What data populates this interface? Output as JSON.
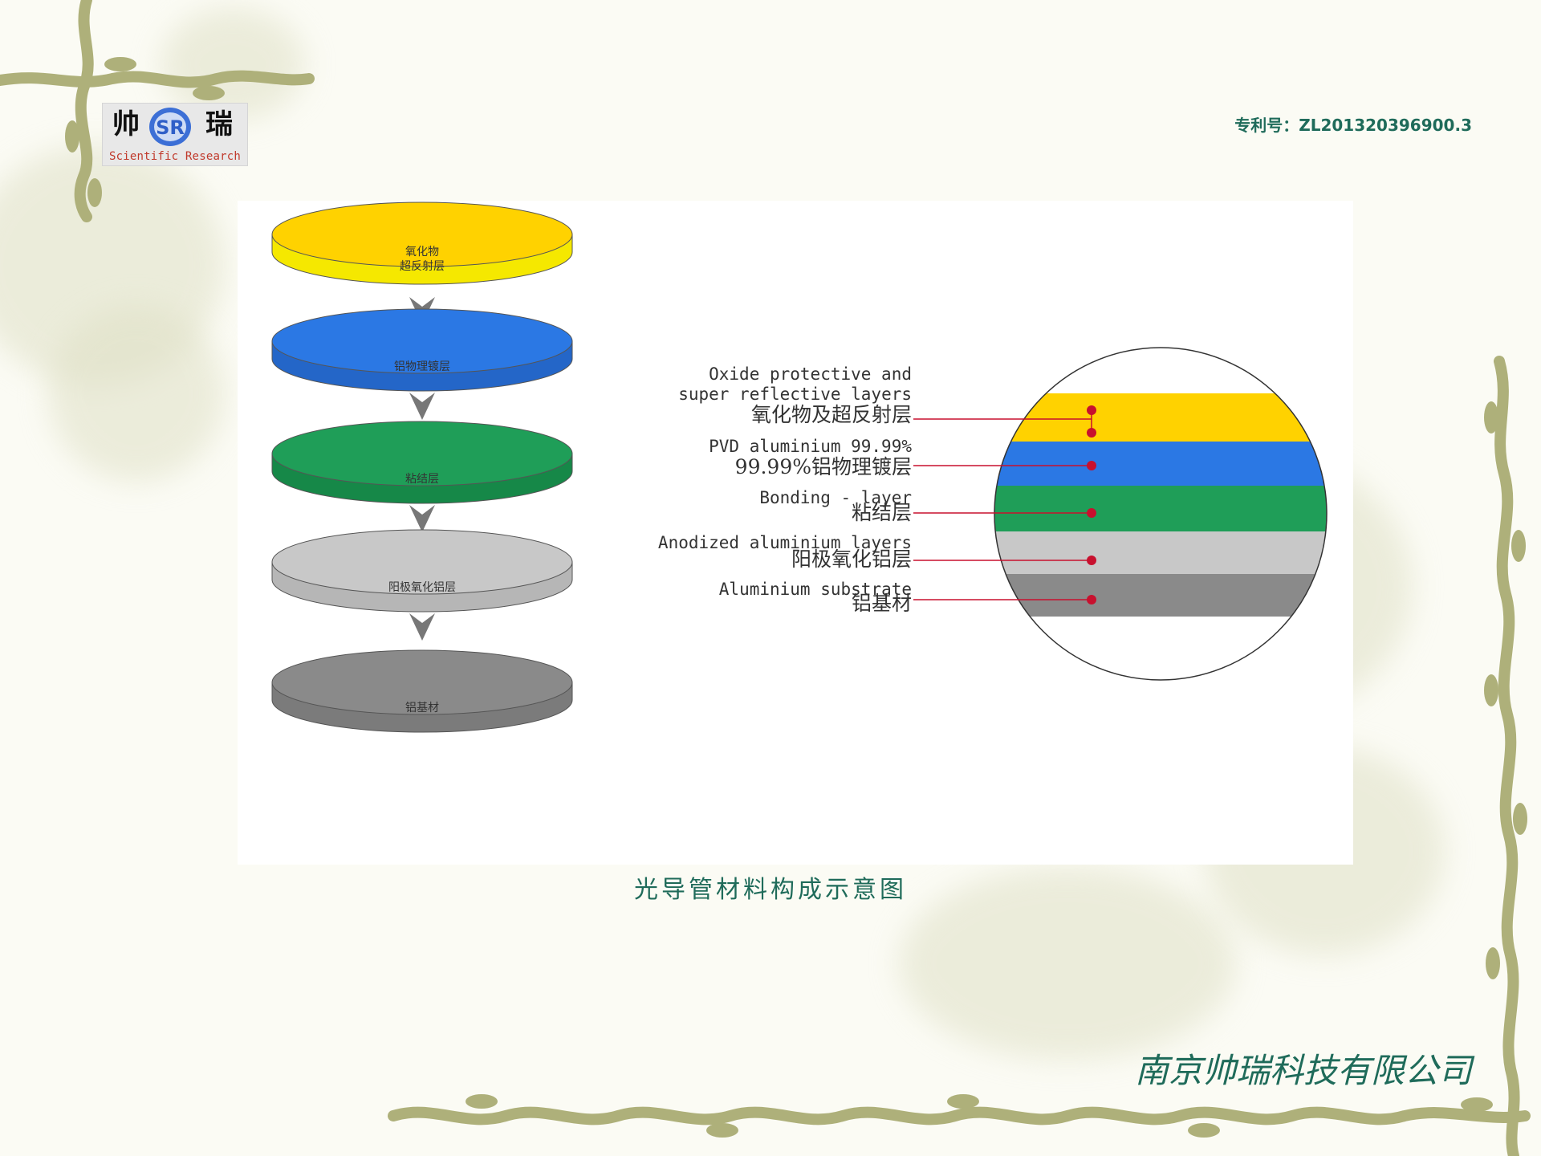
{
  "header": {
    "logo": {
      "cn_left": "帅",
      "cn_right": "瑞",
      "mark": "SR",
      "en": "Scientific Research"
    },
    "patent": "专利号：ZL201320396900.3"
  },
  "diagram": {
    "discs": [
      {
        "label_1": "氧化物",
        "label_2": "超反射层",
        "color": "#ffd200",
        "side_color": "#f5e800"
      },
      {
        "label_1": "铝物理镀层",
        "color": "#2b78e4",
        "side_color": "#2466c8"
      },
      {
        "label_1": "粘结层",
        "color": "#1f9e58",
        "side_color": "#168848"
      },
      {
        "label_1": "阳极氧化铝层",
        "color": "#c8c8c8",
        "side_color": "#b6b6b6"
      },
      {
        "label_1": "铝基材",
        "color": "#8a8a8a",
        "side_color": "#7b7b7b"
      }
    ],
    "layers": [
      {
        "en": [
          "Oxide protective and",
          "super reflective layers"
        ],
        "cn": "氧化物及超反射层",
        "color": "#ffd200"
      },
      {
        "en": [
          "PVD aluminium 99.99%"
        ],
        "cn": "99.99%铝物理镀层",
        "color": "#2b78e4"
      },
      {
        "en": [
          "Bonding - layer"
        ],
        "cn": "粘结层",
        "color": "#1f9e58"
      },
      {
        "en": [
          "Anodized aluminium layers"
        ],
        "cn": "阳极氧化铝层",
        "color": "#c8c8c8"
      },
      {
        "en": [
          "Aluminium substrate"
        ],
        "cn": "铝基材",
        "color": "#8a8a8a"
      }
    ],
    "caption": "光导管材料构成示意图"
  },
  "footer": {
    "company": "南京帅瑞科技有限公司"
  },
  "colors": {
    "accent": "#1f6b5a",
    "pointer": "#c8102e",
    "vine": "#aeb07a"
  }
}
